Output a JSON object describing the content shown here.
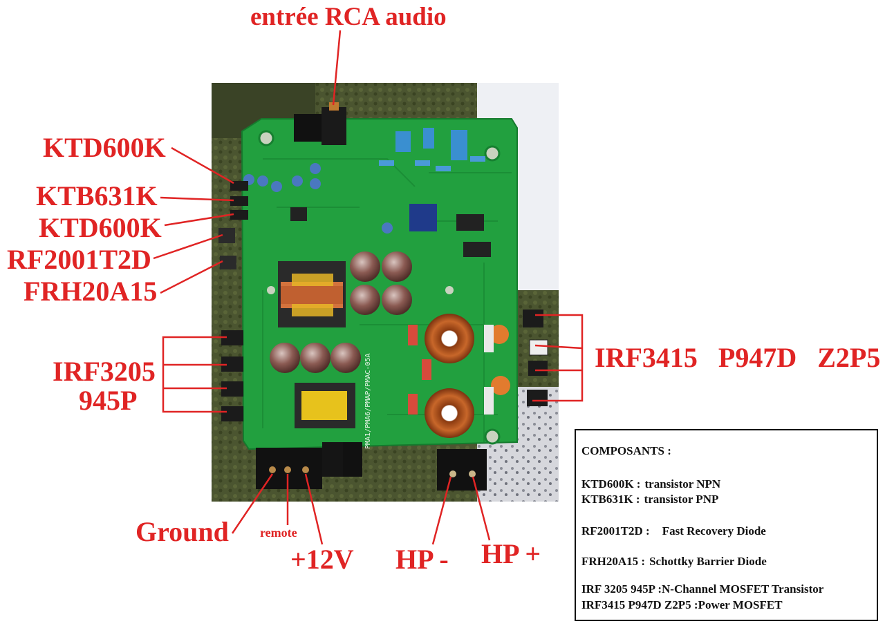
{
  "labels": {
    "rca": "entrée RCA audio",
    "ktd600k_1": "KTD600K",
    "ktb631k": "KTB631K",
    "ktd600k_2": "KTD600K",
    "rf2001": "RF2001T2D",
    "frh20a15": "FRH20A15",
    "irf3205_line1": "IRF3205",
    "irf3205_line2": "945P",
    "irf3415": "IRF3415   P947D   Z2P5",
    "ground": "Ground",
    "remote": "remote",
    "plus12v": "+12V",
    "hp_minus": "HP -",
    "hp_plus": "HP +"
  },
  "legend": {
    "title": "COMPOSANTS :",
    "items": [
      {
        "part": "KTD600K :",
        "desc": "transistor NPN"
      },
      {
        "part": "KTB631K :",
        "desc": "transistor PNP"
      },
      {
        "part": "RF2001T2D :",
        "desc": "Fast Recovery Diode"
      },
      {
        "part": "FRH20A15 :",
        "desc": "Schottky Barrier Diode"
      },
      {
        "part": "IRF 3205 945P :",
        "desc": "N-Channel MOSFET Transistor"
      },
      {
        "part": "IRF3415 P947D Z2P5 :",
        "desc": "Power MOSFET"
      }
    ]
  },
  "colors": {
    "label_red": "#e02424",
    "pcb_green": "#1f9a3a",
    "pcb_dark": "#14722a",
    "background_photo": "#3f4a2a"
  }
}
